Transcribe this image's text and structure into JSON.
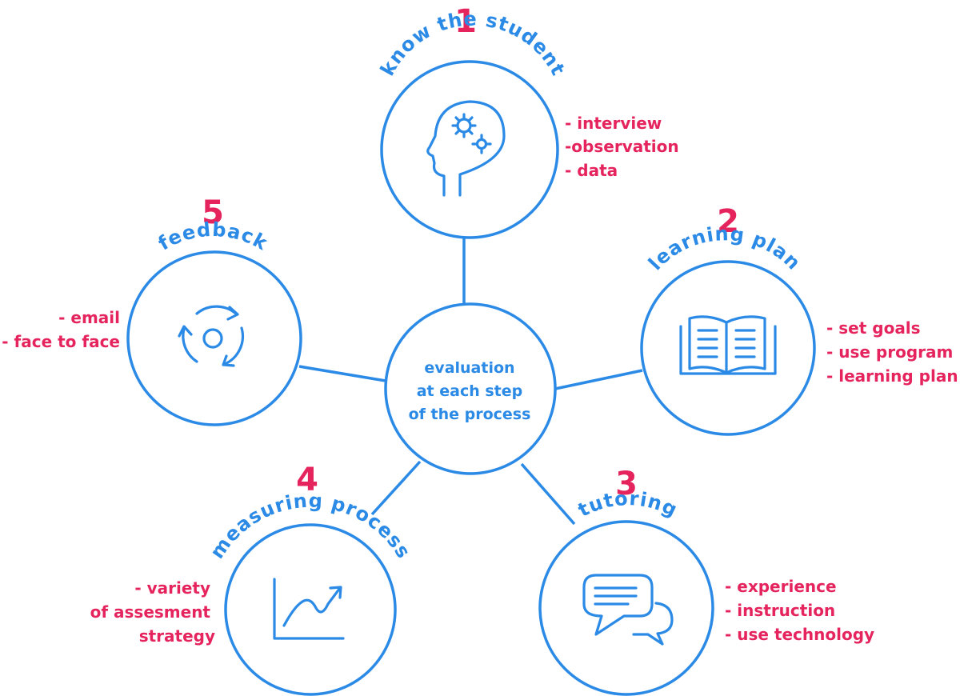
{
  "colors": {
    "primary": "#2b8ae6",
    "accent": "#e5245e"
  },
  "center": {
    "lines": [
      "evaluation",
      "at each step",
      "of the process"
    ]
  },
  "steps": [
    {
      "number": "1",
      "title": "know the student",
      "icon": "head-gears-icon",
      "items": [
        "- interview",
        "-observation",
        "- data"
      ]
    },
    {
      "number": "2",
      "title": "learning plan",
      "icon": "open-book-icon",
      "items": [
        "- set goals",
        "- use program",
        "- learning plan"
      ]
    },
    {
      "number": "3",
      "title": "tutoring",
      "icon": "chat-bubbles-icon",
      "items": [
        "- experience",
        "- instruction",
        "- use technology"
      ]
    },
    {
      "number": "4",
      "title": "measuring process",
      "icon": "growth-chart-icon",
      "items": [
        "- variety",
        "of assesment",
        "strategy"
      ]
    },
    {
      "number": "5",
      "title": "feedback",
      "icon": "refresh-cycle-icon",
      "items": [
        "- email",
        "- face to face"
      ]
    }
  ]
}
